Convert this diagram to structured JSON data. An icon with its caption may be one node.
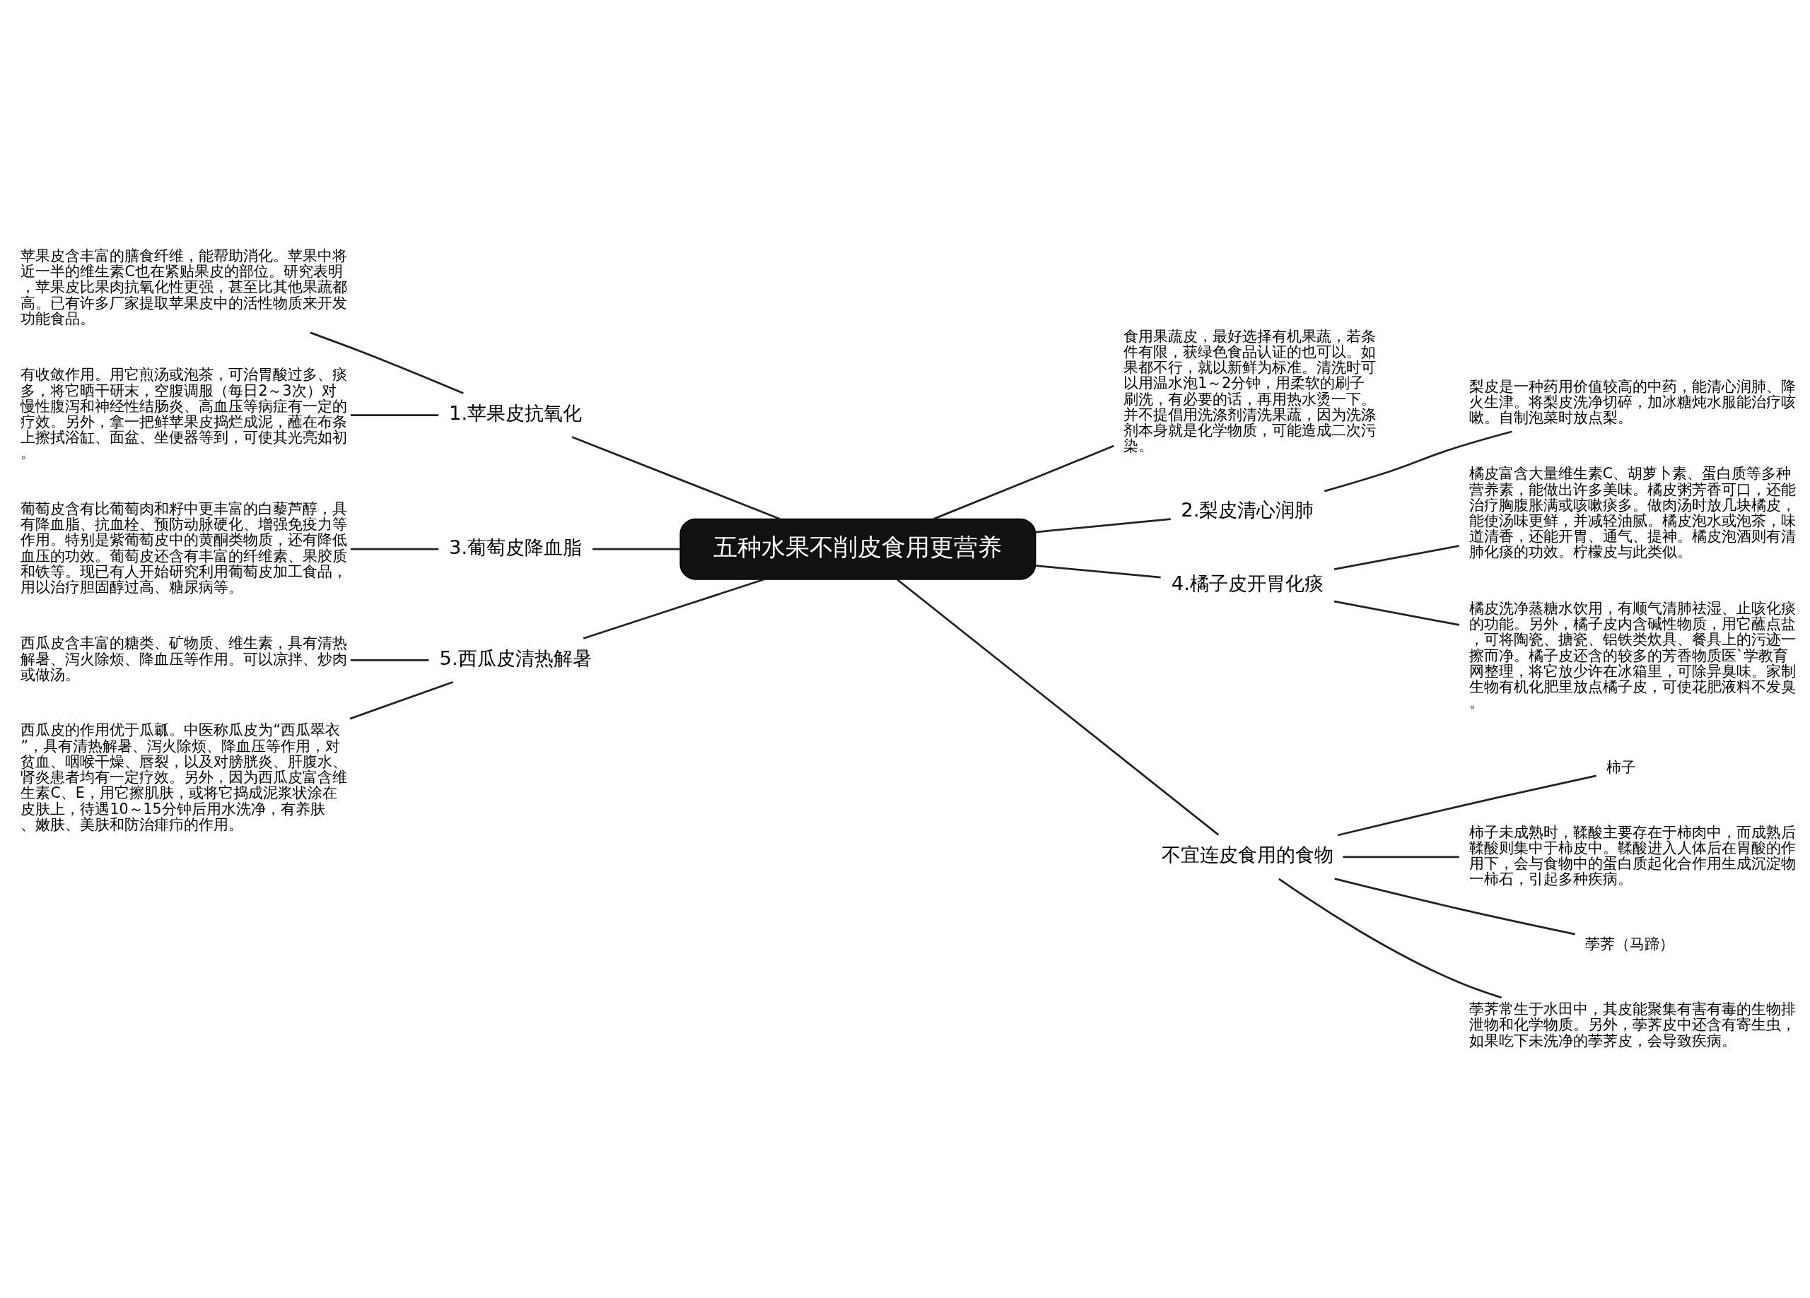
{
  "diagram": {
    "nodes": [
      {
        "text": [
          "五种水果不削皮食用更营养"
        ]
      },
      {
        "text": [
          "1.苹果皮抗氧化"
        ]
      },
      {
        "text": [
          "苹果皮含丰富的膳食纤维，能帮助消化。苹果中将近一半的维生素C也在紧贴果皮的部位。研究表明，苹果皮比果肉抗氧化性更强，甚至比其他果蔬都高。已有许多厂家提取苹果皮中的活性物质来开发功能食品。"
        ]
      },
      {
        "text": [
          "有收敛作用。用它煎汤或泡茶，可治胃酸过多、痰多，将它晒干研末，空腹调服（每日2～3次）对慢性腹泻和神经性结肠炎、高血压等病症有一定的疗效。另外，拿一把鲜苹果皮捣烂成泥，蘸在布条上擦拭浴缸、面盆、坐便器等到，可使其光亮如初。"
        ]
      },
      {
        "text": [
          "3.葡萄皮降血脂"
        ]
      },
      {
        "text": [
          "葡萄皮含有比葡萄肉和籽中更丰富的白藜芦醇，具有降血脂、抗血栓、预防动脉硬化、增强免疫力等作用。特别是紫葡萄皮中的黄酮类物质，还有降低血压的功效。葡萄皮还含有丰富的纤维素、果胶质和铁等。现已有人开始研究利用葡萄皮加工食品，用以治疗胆固醇过高、糖尿病等。"
        ]
      },
      {
        "text": [
          "5.西瓜皮清热解暑"
        ]
      },
      {
        "text": [
          "西瓜皮含丰富的糖类、矿物质、维生素，具有清热解暑、泻火除烦、降血压等作用。可以凉拌、炒肉或做汤。"
        ]
      },
      {
        "text": [
          "西瓜皮的作用优于瓜瓤。中医称瓜皮为“西瓜翠衣”，具有清热解暑、泻火除烦、降血压等作用，对贫血、咽喉干燥、唇裂，以及对膀胱炎、肝腹水、肾炎患者均有一定疗效。另外，因为西瓜皮富含维生素C、E，用它擦肌肤，或将它捣成泥浆状涂在皮肤上，待遇10～15分钟后用水洗净，有养肤、嫩肤、美肤和防治痱疖的作用。"
        ]
      },
      {
        "text": [
          "食用果蔬皮，最好选择有机果蔬，若条件有限，获绿色食品认证的也可以。如果都不行，就以新鲜为标准。清洗时可以用温水泡1～2分钟，用柔软的刷子刷洗，有必要的话，再用热水烫一下。并不提倡用洗涤剂清洗果蔬，因为洗涤剂本身就是化学物质，可能造成二次污染。"
        ]
      },
      {
        "text": [
          "2.梨皮清心润肺"
        ]
      },
      {
        "text": [
          "梨皮是一种药用价值较高的中药，能清心润肺、降火生津。将梨皮洗净切碎，加冰糖炖水服能治疗咳嗽。自制泡菜时放点梨。"
        ]
      },
      {
        "text": [
          "4.橘子皮开胃化痰"
        ]
      },
      {
        "text": [
          "橘皮富含大量维生素C、胡萝卜素、蛋白质等多种营养素，能做出许多美味。橘皮粥芳香可口，还能治疗胸腹胀满或咳嗽痰多。做肉汤时放几块橘皮，能使汤味更鲜，并减轻油腻。橘皮泡水或泡茶，味道清香，还能开胃、通气、提神。橘皮泡酒则有清肺化痰的功效。柠檬皮与此类似。"
        ]
      },
      {
        "text": [
          "橘皮洗净蒸糖水饮用，有顺气清肺祛湿、止咳化痰的功能。另外，橘子皮内含碱性物质，用它蘸点盐，可将陶瓷、搪瓷、铝铁类炊具、餐具上的污迹一擦而净。橘子皮还含的较多的芳香物质医`学教育网整理，将它放少许在冰箱里，可除异臭味。家制生物有机化肥里放点橘子皮，可使花肥液料不发臭。"
        ]
      },
      {
        "text": [
          "不宜连皮食用的食物"
        ]
      },
      {
        "text": [
          "柿子"
        ]
      },
      {
        "text": [
          "柿子未成熟时，鞣酸主要存在于柿肉中，而成熟后鞣酸则集中于柿皮中。鞣酸进入人体后在胃酸的作用下，会与食物中的蛋白质起化合作用生成沉淀物一柿石，引起多种疾病。"
        ]
      },
      {
        "text": [
          "荸荠（马蹄）"
        ]
      },
      {
        "text": [
          "荸荠常生于水田中，其皮能聚集有害有毒的生物排泄物和化学物质。另外，荸荠皮中还含有寄生虫，如果吃下未洗净的荸荠皮，会导致疾病。"
        ]
      }
    ],
    "edges": [
      {
        "from": 0,
        "to": 1,
        "arrow": "none"
      },
      {
        "from": 1,
        "to": 2,
        "arrow": "none"
      },
      {
        "from": 1,
        "to": 3,
        "arrow": "none"
      },
      {
        "from": 0,
        "to": 4,
        "arrow": "none"
      },
      {
        "from": 4,
        "to": 5,
        "arrow": "none"
      },
      {
        "from": 0,
        "to": 6,
        "arrow": "none"
      },
      {
        "from": 6,
        "to": 7,
        "arrow": "none"
      },
      {
        "from": 6,
        "to": 8,
        "arrow": "none"
      },
      {
        "from": 0,
        "to": 9,
        "arrow": "none"
      },
      {
        "from": 0,
        "to": 10,
        "arrow": "none"
      },
      {
        "from": 10,
        "to": 11,
        "arrow": "none"
      },
      {
        "from": 0,
        "to": 12,
        "arrow": "none"
      },
      {
        "from": 12,
        "to": 13,
        "arrow": "none"
      },
      {
        "from": 12,
        "to": 14,
        "arrow": "none"
      },
      {
        "from": 0,
        "to": 15,
        "arrow": "none"
      },
      {
        "from": 15,
        "to": 16,
        "arrow": "none"
      },
      {
        "from": 15,
        "to": 17,
        "arrow": "none"
      },
      {
        "from": 15,
        "to": 18,
        "arrow": "none"
      },
      {
        "from": 15,
        "to": 19,
        "arrow": "none"
      }
    ]
  }
}
